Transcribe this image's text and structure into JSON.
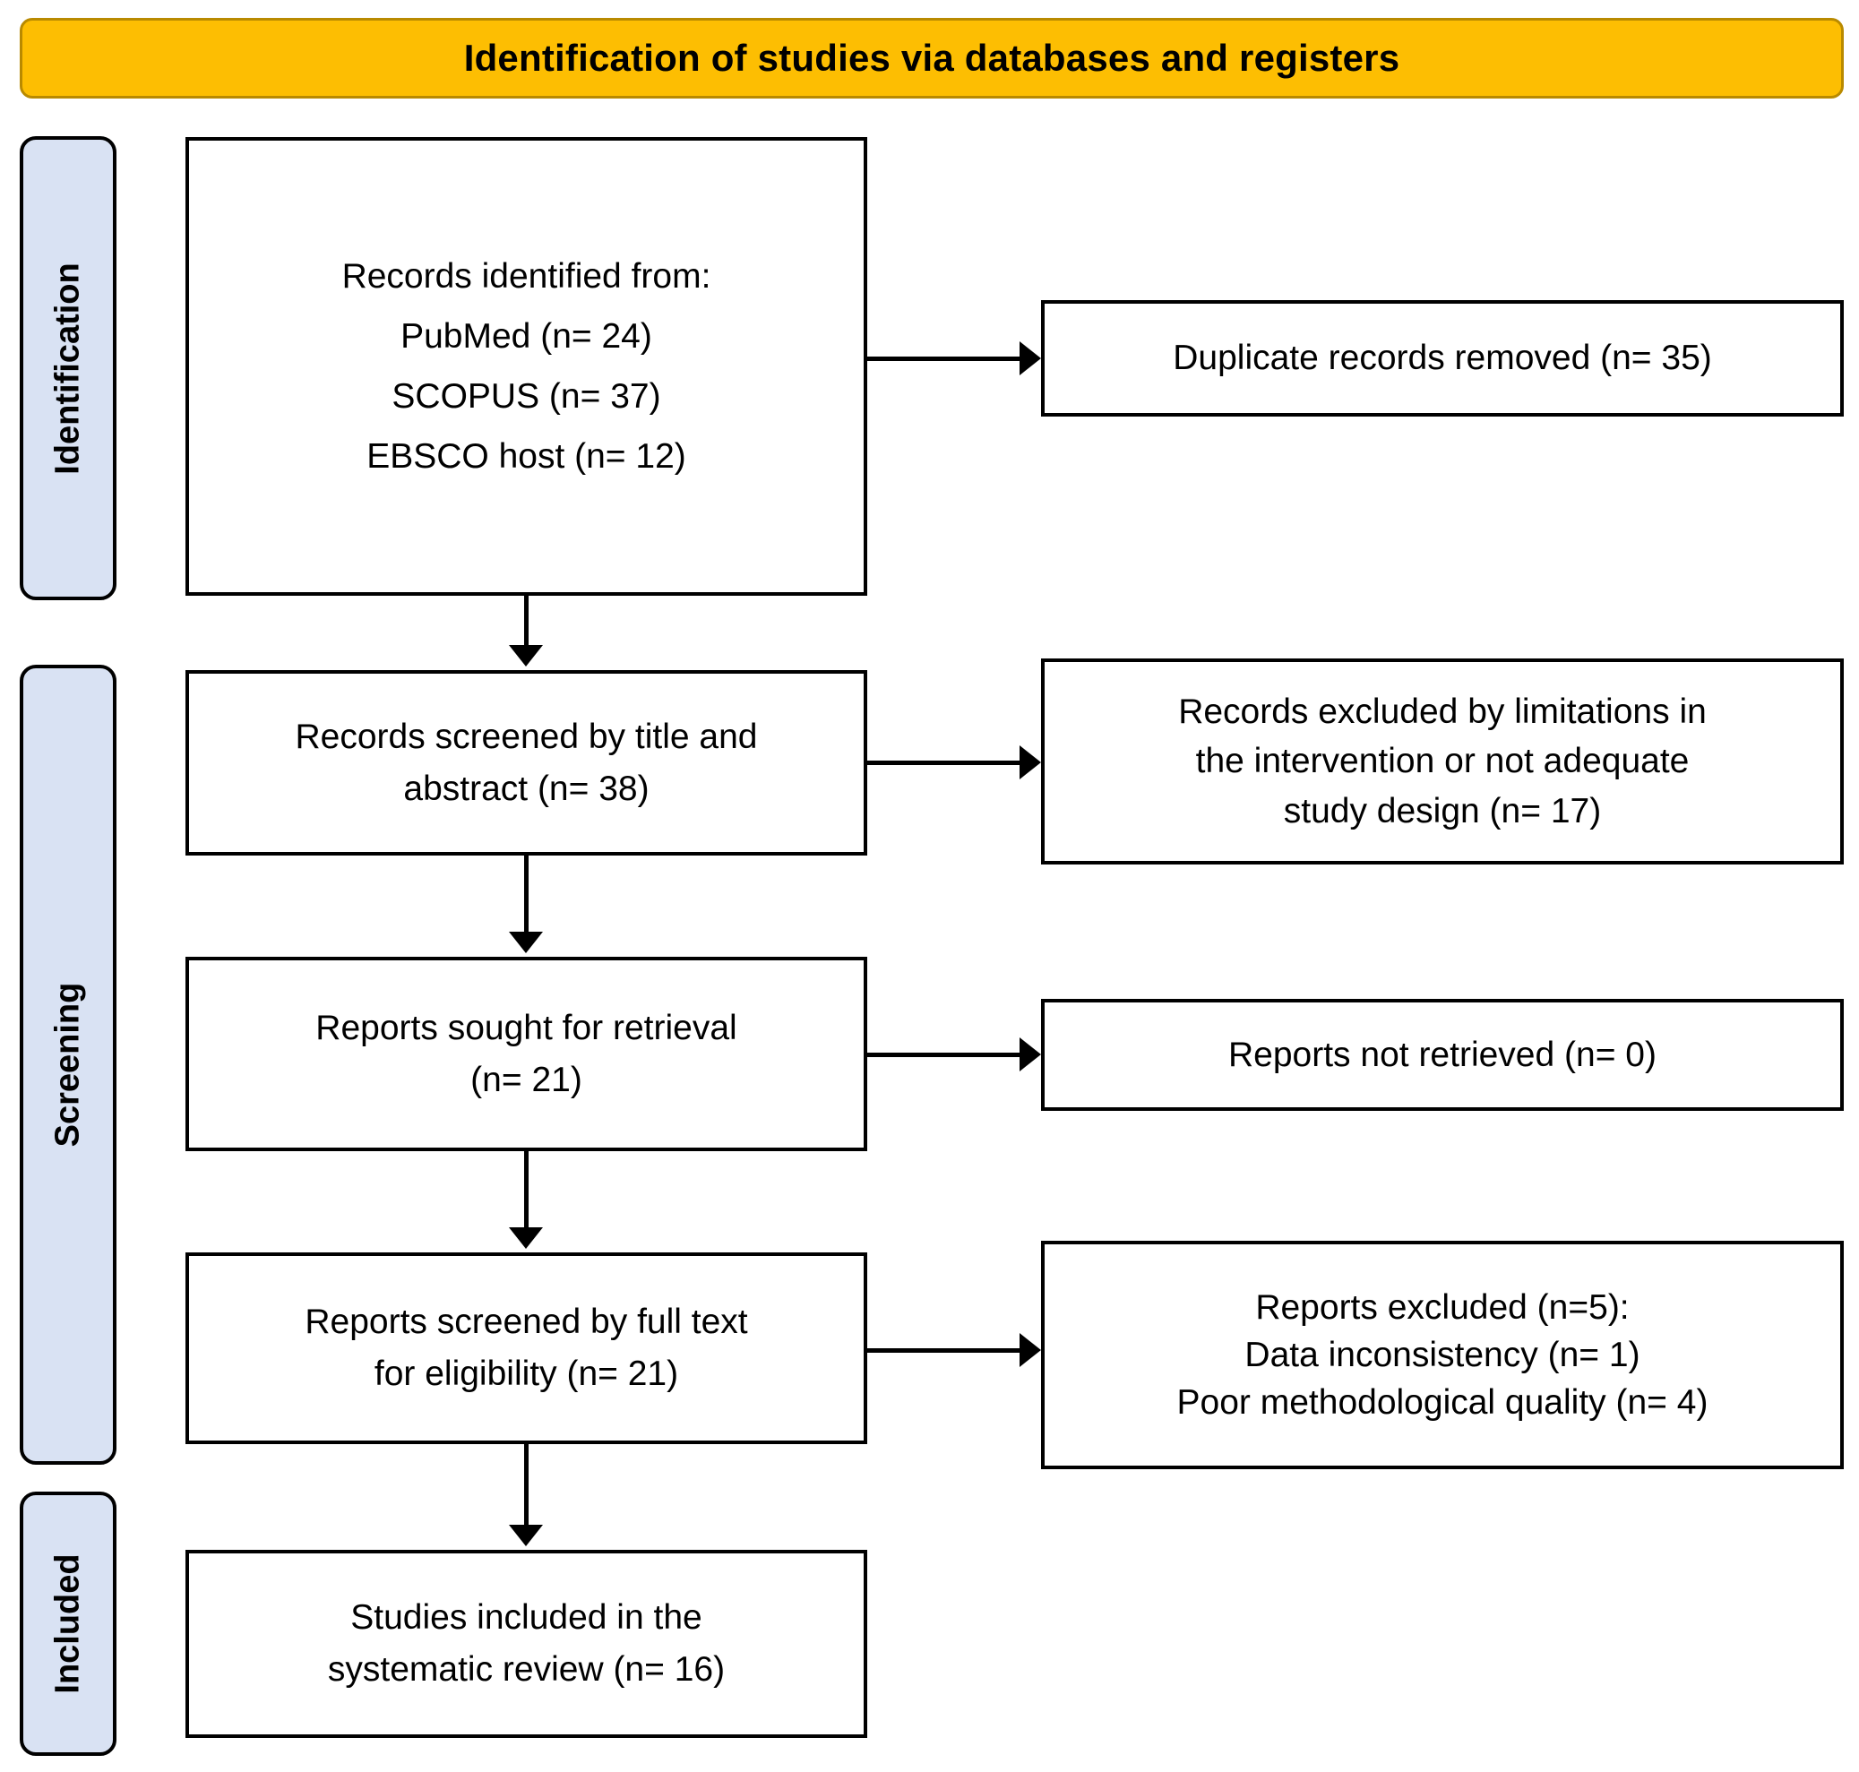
{
  "banner": {
    "title": "Identification of studies via databases and registers",
    "bg_color": "#FDBE02",
    "border_color": "#B98A00"
  },
  "stages": {
    "bg_color": "#D9E2F3",
    "identification": "Identification",
    "screening": "Screening",
    "included": "Included"
  },
  "flow": {
    "identified": {
      "line1": "Records identified from:",
      "line2": "PubMed (n= 24)",
      "line3": "SCOPUS (n= 37)",
      "line4": "EBSCO host (n= 12)"
    },
    "duplicates": {
      "line1": "Duplicate records removed  (n= 35)"
    },
    "screened_title_abstract": {
      "line1": "Records screened by title and",
      "line2": "abstract (n= 38)"
    },
    "excluded_limitations": {
      "line1": "Records excluded by limitations in",
      "line2": "the intervention  or not adequate",
      "line3": "study design (n= 17)"
    },
    "reports_sought": {
      "line1": "Reports sought for  retrieval",
      "line2": "(n= 21)"
    },
    "reports_not_retrieved": {
      "line1": "Reports not retrieved  (n= 0)"
    },
    "reports_fulltext": {
      "line1": "Reports screened by full text",
      "line2": "for eligibility (n= 21)"
    },
    "reports_excluded": {
      "line1": "Reports excluded (n=5):",
      "line2": "Data inconsistency (n= 1)",
      "line3": "Poor  methodological  quality (n= 4)"
    },
    "studies_included": {
      "line1": "Studies included in the",
      "line2": "systematic review  (n= 16)"
    }
  }
}
